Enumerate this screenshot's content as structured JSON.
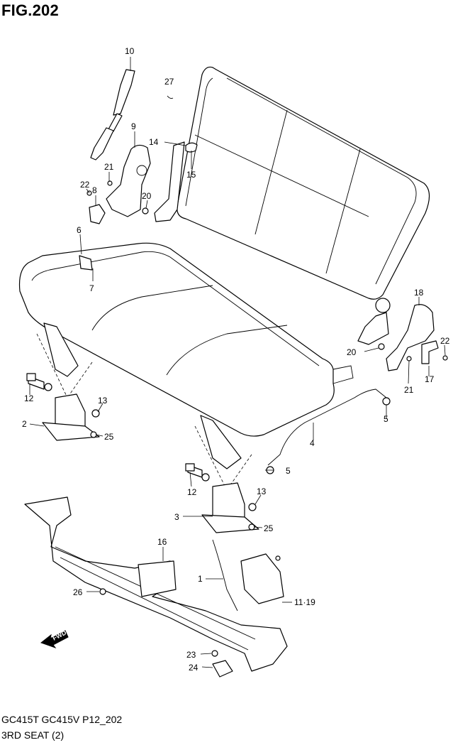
{
  "header": {
    "figure_title": "FIG.202"
  },
  "footer": {
    "models": "GC415T GC415V P12_202",
    "section": "3RD SEAT (2)"
  },
  "fwd_label": "FWD",
  "callouts": [
    {
      "id": "c10",
      "text": "10"
    },
    {
      "id": "c27",
      "text": "27"
    },
    {
      "id": "c9",
      "text": "9"
    },
    {
      "id": "c14",
      "text": "14"
    },
    {
      "id": "c15",
      "text": "15"
    },
    {
      "id": "c21a",
      "text": "21"
    },
    {
      "id": "c22a",
      "text": "22"
    },
    {
      "id": "c8",
      "text": "8"
    },
    {
      "id": "c20a",
      "text": "20"
    },
    {
      "id": "c6",
      "text": "6"
    },
    {
      "id": "c7",
      "text": "7"
    },
    {
      "id": "c18",
      "text": "18"
    },
    {
      "id": "c22b",
      "text": "22"
    },
    {
      "id": "c20b",
      "text": "20"
    },
    {
      "id": "c21b",
      "text": "21"
    },
    {
      "id": "c17",
      "text": "17"
    },
    {
      "id": "c12a",
      "text": "12"
    },
    {
      "id": "c13a",
      "text": "13"
    },
    {
      "id": "c2",
      "text": "2"
    },
    {
      "id": "c25a",
      "text": "25"
    },
    {
      "id": "c5a",
      "text": "5"
    },
    {
      "id": "c4",
      "text": "4"
    },
    {
      "id": "c5b",
      "text": "5"
    },
    {
      "id": "c12b",
      "text": "12"
    },
    {
      "id": "c13b",
      "text": "13"
    },
    {
      "id": "c3",
      "text": "3"
    },
    {
      "id": "c25b",
      "text": "25"
    },
    {
      "id": "c16",
      "text": "16"
    },
    {
      "id": "c1",
      "text": "1"
    },
    {
      "id": "c26",
      "text": "26"
    },
    {
      "id": "c1119",
      "text": "11·19"
    },
    {
      "id": "c23",
      "text": "23"
    },
    {
      "id": "c24",
      "text": "24"
    }
  ]
}
